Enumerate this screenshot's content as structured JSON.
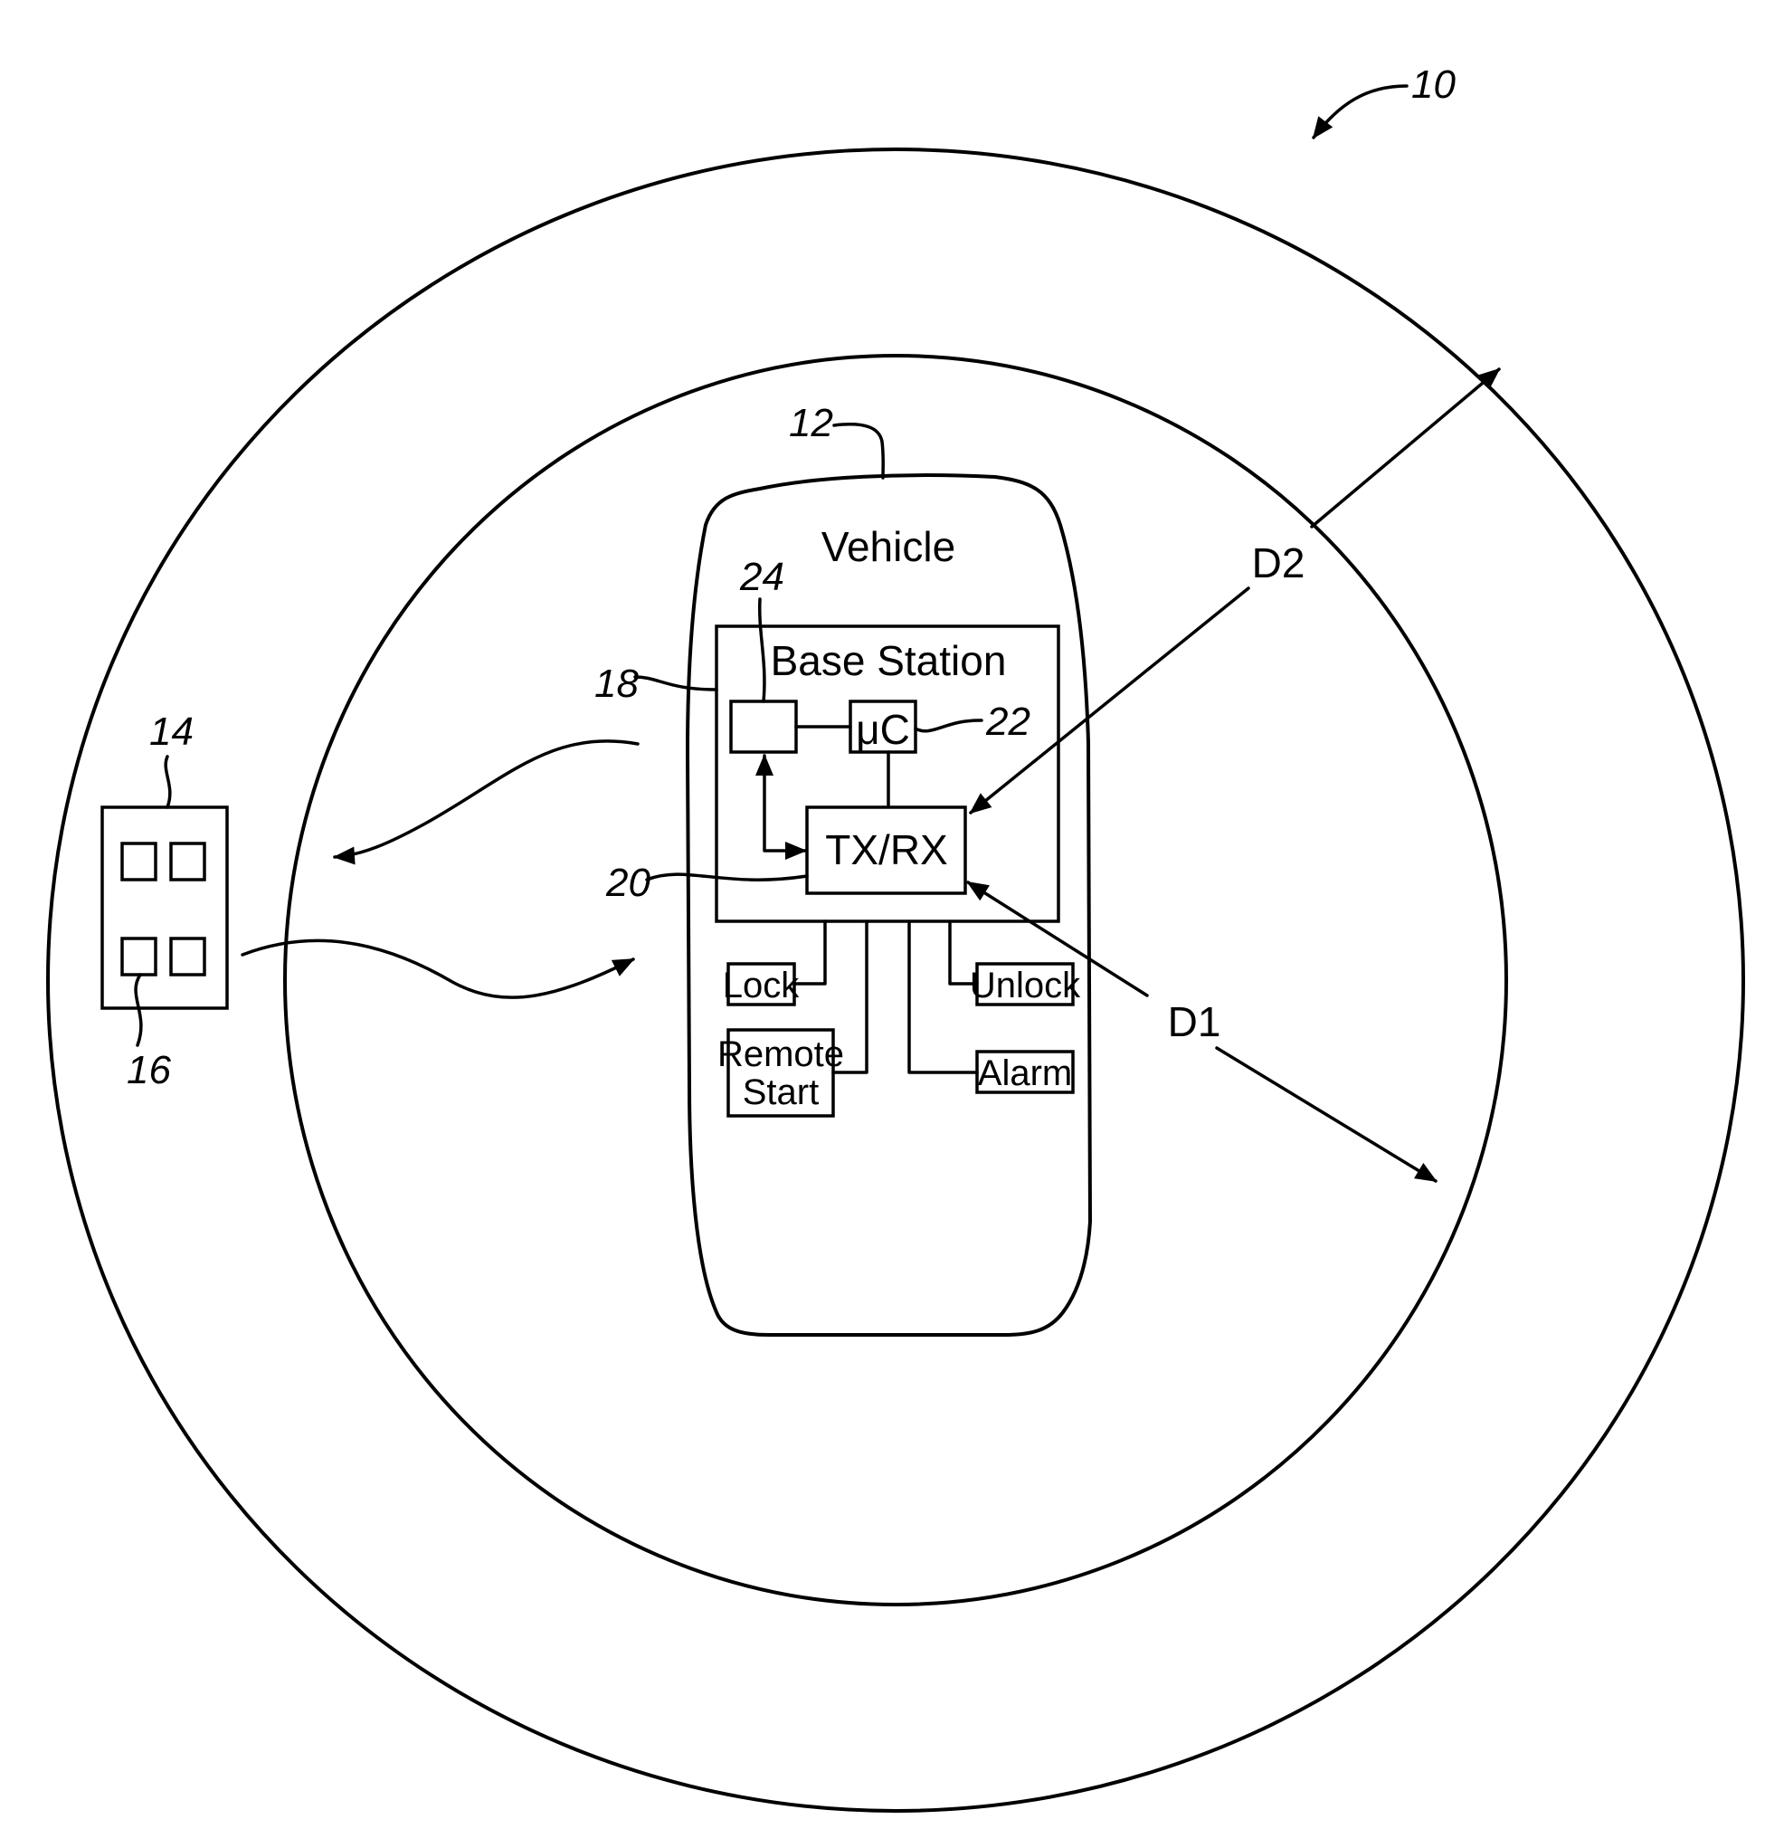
{
  "labels": {
    "vehicle": "Vehicle",
    "base_station": "Base Station",
    "microcontroller": "μC",
    "txrx": "TX/RX",
    "lock": "Lock",
    "unlock": "Unlock",
    "remote": "Remote",
    "start": "Start",
    "alarm": "Alarm",
    "d1": "D1",
    "d2": "D2"
  },
  "refs": {
    "system": "10",
    "vehicle": "12",
    "fob": "14",
    "fob_button": "16",
    "base_station": "18",
    "txrx": "20",
    "microcontroller": "22",
    "memory": "24"
  }
}
